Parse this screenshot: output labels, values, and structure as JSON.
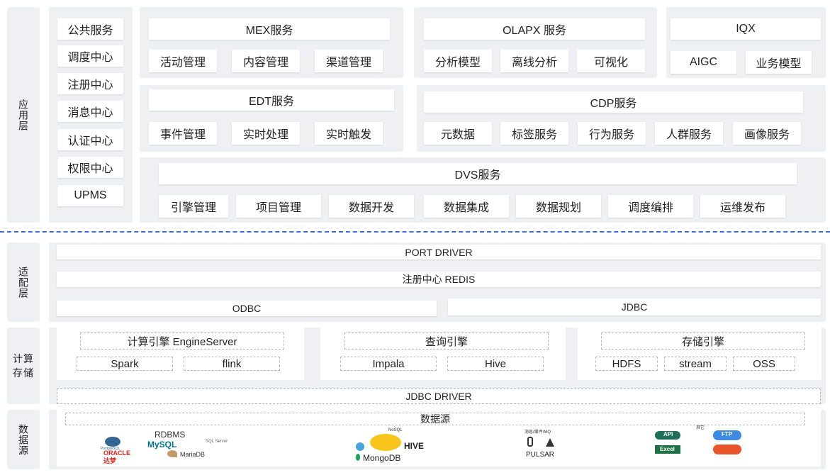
{
  "layers": {
    "app": "应用层",
    "adapt": "适配层",
    "compute": "计算存储",
    "data": "数据源"
  },
  "public_services": {
    "title": "公共服务",
    "items": [
      "调度中心",
      "注册中心",
      "消息中心",
      "认证中心",
      "权限中心",
      "UPMS"
    ]
  },
  "mex": {
    "title": "MEX服务",
    "items": [
      "活动管理",
      "内容管理",
      "渠道管理"
    ]
  },
  "olapx": {
    "title": "OLAPX 服务",
    "items": [
      "分析模型",
      "离线分析",
      "可视化"
    ]
  },
  "iqx": {
    "title": "IQX",
    "items": [
      "AIGC",
      "业务模型"
    ]
  },
  "edt": {
    "title": "EDT服务",
    "items": [
      "事件管理",
      "实时处理",
      "实时触发"
    ]
  },
  "cdp": {
    "title": "CDP服务",
    "items": [
      "元数据",
      "标签服务",
      "行为服务",
      "人群服务",
      "画像服务"
    ]
  },
  "dvs": {
    "title": "DVS服务",
    "items": [
      "引擎管理",
      "项目管理",
      "数据开发",
      "数据集成",
      "数据规划",
      "调度编排",
      "运维发布"
    ]
  },
  "adapter": {
    "port_driver": "PORT DRIVER",
    "registry": "注册中心 REDIS",
    "odbc": "ODBC",
    "jdbc": "JDBC"
  },
  "compute": {
    "engine": {
      "title": "计算引擎 EngineServer",
      "items": [
        "Spark",
        "flink"
      ]
    },
    "query": {
      "title": "查询引擎",
      "items": [
        "Impala",
        "Hive"
      ]
    },
    "storage": {
      "title": "存储引擎",
      "items": [
        "HDFS",
        "stream",
        "OSS"
      ]
    },
    "jdbc_driver": "JDBC DRIVER"
  },
  "datasource": {
    "title": "数据源",
    "rdbms": {
      "label": "RDBMS",
      "logos": [
        "PostgreSQL",
        "MySQL",
        "SQL Server",
        "ORACLE",
        "达梦",
        "MariaDB"
      ]
    },
    "nosql": {
      "label": "NoSQL",
      "logos": [
        "HIVE",
        "MongoDB"
      ]
    },
    "mq": {
      "label": "消息/事件/MQ",
      "logos": [
        "PULSAR"
      ]
    },
    "other": {
      "label": "其它",
      "logos": [
        "API",
        "FTP",
        "Excel"
      ]
    }
  },
  "colors": {
    "panel": "#eef0f3",
    "divider": "#3c6ccf",
    "oracle": "#e2231a",
    "mysql": "#00758f",
    "hive_yellow": "#f8c51c",
    "mongodb": "#13aa52"
  }
}
